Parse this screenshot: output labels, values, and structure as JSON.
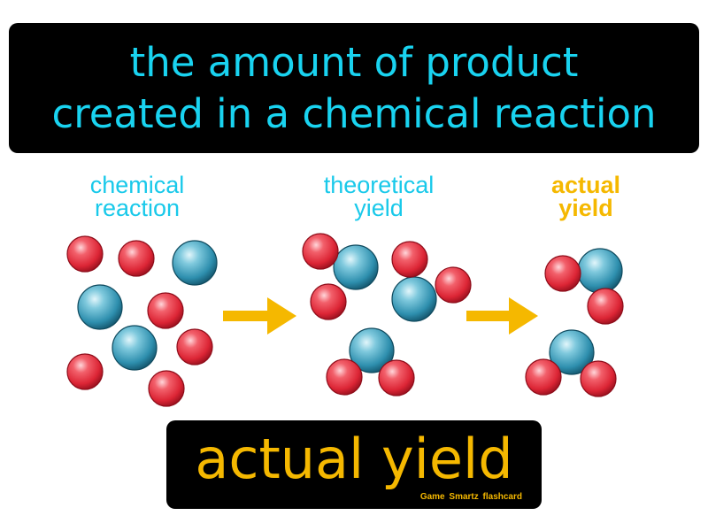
{
  "definition": {
    "line1": "the amount of product",
    "line2": "created in a chemical reaction"
  },
  "stages": [
    {
      "line1": "chemical",
      "line2": "reaction"
    },
    {
      "line1": "theoretical",
      "line2": "yield"
    },
    {
      "line1": "actual",
      "line2": "yield"
    }
  ],
  "term": "actual yield",
  "credit": "Game Smartz flashcard",
  "colors": {
    "definition_text": "#19d3f0",
    "stage_label": "#19c9ea",
    "highlight": "#f5b800",
    "red_atom": "#e8323f",
    "blue_atom": "#2e8fae",
    "arrow": "#f5b800"
  },
  "icons": [
    "red-atom-icon",
    "blue-atom-icon",
    "arrow-right-icon"
  ]
}
